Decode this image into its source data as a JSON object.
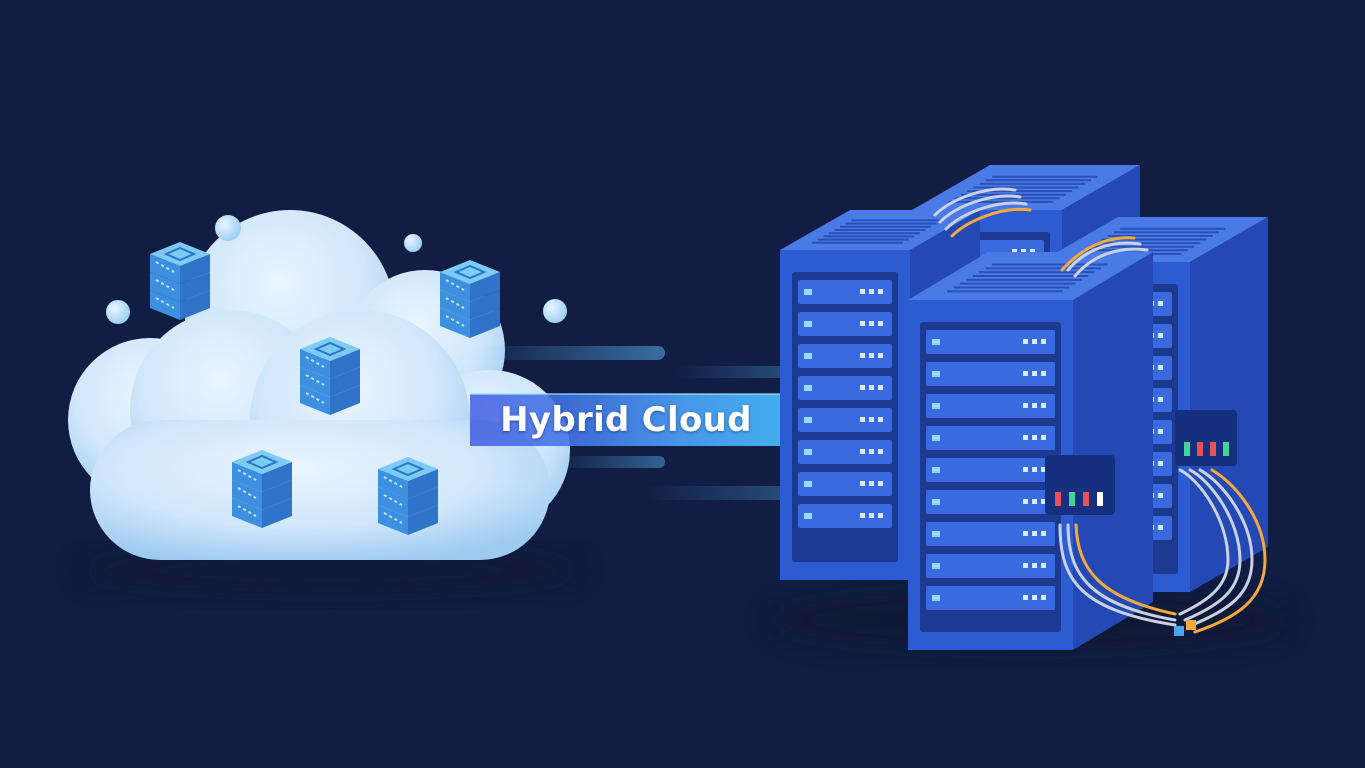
{
  "diagram": {
    "arrow_label": "Hybrid Cloud"
  },
  "nodes": {
    "public_cloud": {
      "server_icon_count": 5
    },
    "on_premises": {
      "server_rack_count": 4
    }
  },
  "colors": {
    "background": "#111d43",
    "cloud": "#cfe6fb",
    "server_icon": "#4aa7ee",
    "rack_front": "#2d5bd1",
    "rack_side": "#2449b4",
    "rack_top": "#4a7ae6",
    "arrow_start": "#3c56df",
    "arrow_end": "#41c9f5",
    "cable_gray": "#c9d2e4",
    "cable_orange": "#f3a93c",
    "led_red": "#e9505a",
    "led_green": "#49d19c"
  },
  "icons": {
    "cloud": "cloud-icon",
    "cloud_server": "server-stack-icon",
    "arrow": "arrow-right-icon",
    "rack": "server-rack-icon",
    "cables": "network-cables-icon"
  }
}
